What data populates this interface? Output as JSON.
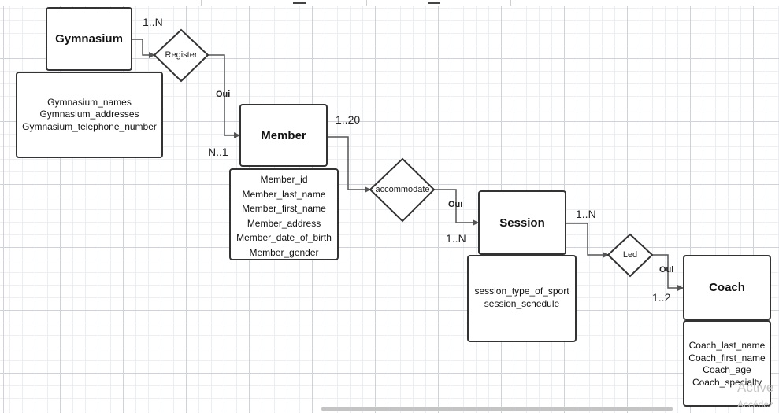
{
  "diagram": {
    "entities": {
      "gymnasium": {
        "title": "Gymnasium",
        "attributes": [
          "Gymnasium_names",
          "Gymnasium_addresses",
          "Gymnasium_telephone_number"
        ]
      },
      "member": {
        "title": "Member",
        "attributes": [
          "Member_id",
          "Member_last_name",
          "Member_first_name",
          "Member_address",
          "Member_date_of_birth",
          "Member_gender"
        ]
      },
      "session": {
        "title": "Session",
        "attributes": [
          "session_type_of_sport",
          "session_schedule"
        ]
      },
      "coach": {
        "title": "Coach",
        "attributes": [
          "Coach_last_name",
          "Coach_first_name",
          "Coach_age",
          "Coach_specialty"
        ]
      }
    },
    "relationships": {
      "register": "Register",
      "accommodate": "accommodate",
      "led": "Led"
    },
    "cardinalities": {
      "gym_register": "1..N",
      "register_member": "N..1",
      "member_accommodate": "1..20",
      "accommodate_session": "1..N",
      "session_led": "1..N",
      "led_coach": "1..2"
    },
    "link_labels": {
      "register_member": "Oui",
      "accommodate_session": "Oui",
      "led_coach": "Oui"
    }
  },
  "watermark": {
    "line1": "Active",
    "line2": "Accédez"
  }
}
